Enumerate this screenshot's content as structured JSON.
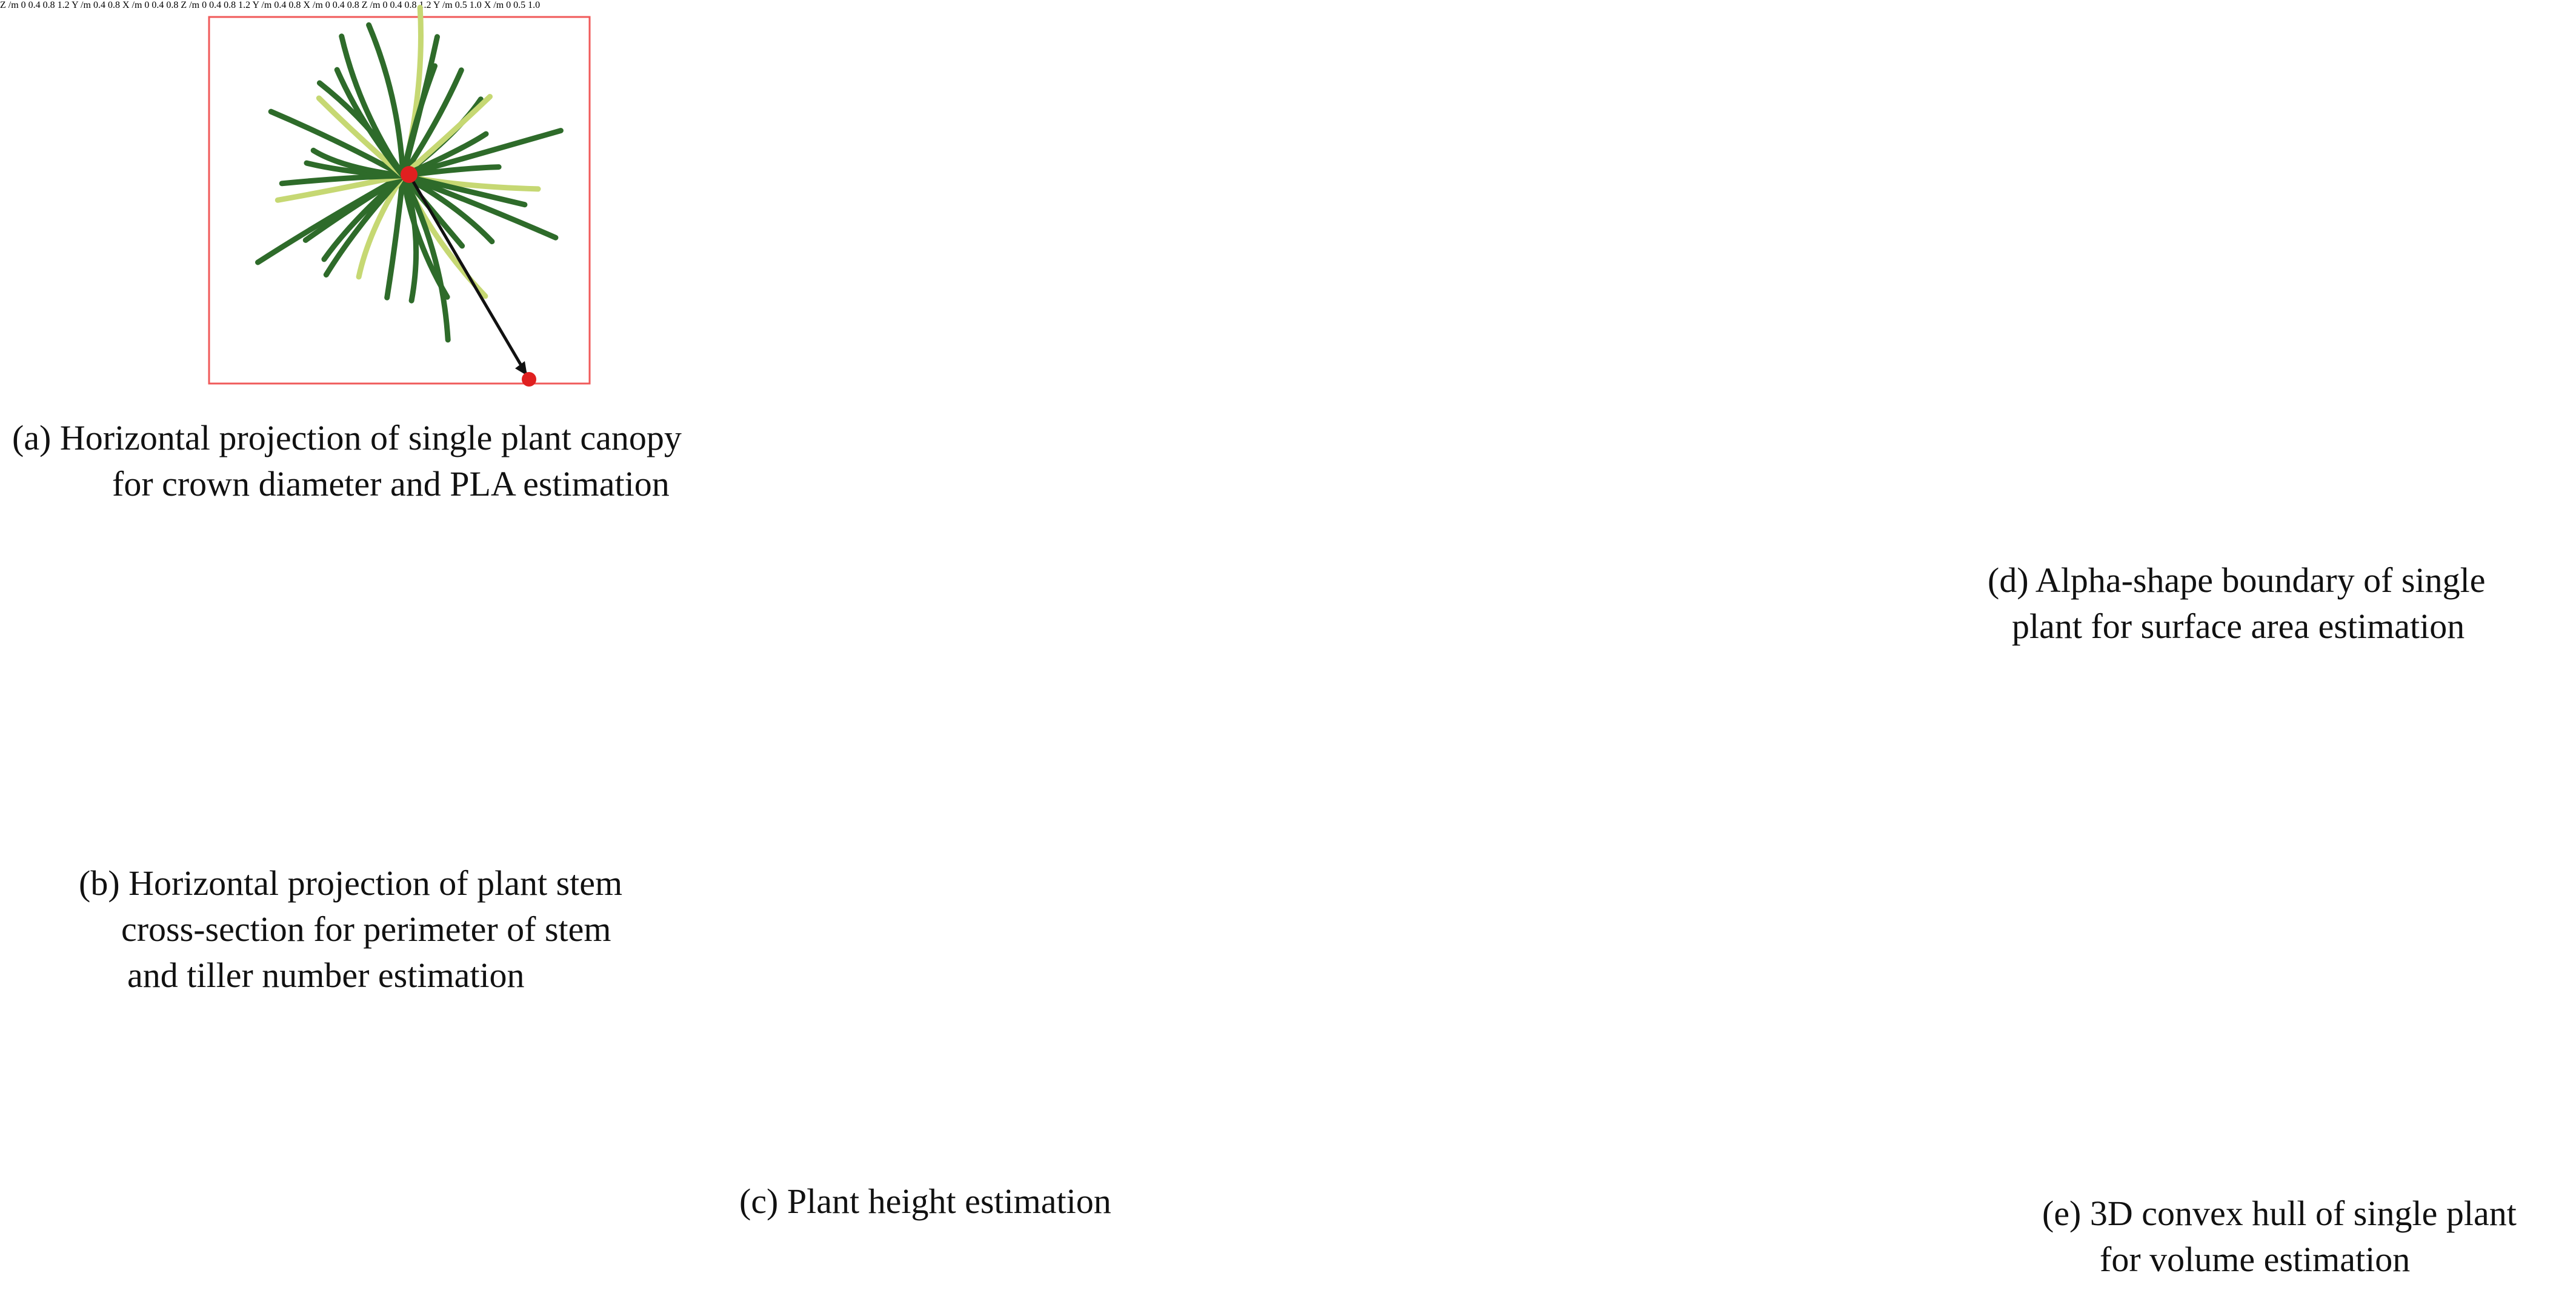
{
  "captions": {
    "a": {
      "line1": "(a) Horizontal projection of single plant canopy",
      "line2": "for crown diameter and PLA estimation"
    },
    "b": {
      "line1": "(b) Horizontal projection of plant stem",
      "line2": "cross-section for perimeter of stem",
      "line3": "and tiller number estimation"
    },
    "c": {
      "line1": "(c) Plant height estimation"
    },
    "d": {
      "line1": "(d) Alpha-shape boundary of single",
      "line2": "plant for surface area estimation"
    },
    "e": {
      "line1": "(e) 3D convex hull of single plant",
      "line2": "for volume estimation"
    }
  },
  "center_plot": {
    "z_label": "Z /m",
    "y_label": "Y /m",
    "x_label": "X /m",
    "z_ticks": [
      "0",
      "0.4",
      "0.8",
      "1.2"
    ],
    "y_ticks": [
      "0.4",
      "0.8"
    ],
    "x_ticks": [
      "0",
      "0.4",
      "0.8"
    ]
  },
  "plot_d": {
    "z_label": "Z /m",
    "y_label": "Y /m",
    "x_label": "X /m",
    "z_ticks": [
      "0",
      "0.4",
      "0.8",
      "1.2"
    ],
    "y_ticks": [
      "0.4",
      "0.8"
    ],
    "x_ticks": [
      "0",
      "0.4",
      "0.8"
    ]
  },
  "plot_e": {
    "z_label": "Z /m",
    "y_label": "Y /m",
    "x_label": "X /m",
    "z_ticks": [
      "0",
      "0.4",
      "0.8",
      "1.2"
    ],
    "y_ticks": [
      "0.5",
      "1.0"
    ],
    "x_ticks": [
      "0",
      "0.5",
      "1.0"
    ]
  },
  "colors": {
    "arrow": "#7fc9c7",
    "box": "#f05a5a",
    "circle": "#4a6fa0",
    "plot_wall": "#e8ecf6",
    "leaf_dark": "#2e6b2a",
    "leaf_light": "#c6d873",
    "hull_light": "#f2f2f2",
    "hull_dark": "#3c3c3c"
  }
}
